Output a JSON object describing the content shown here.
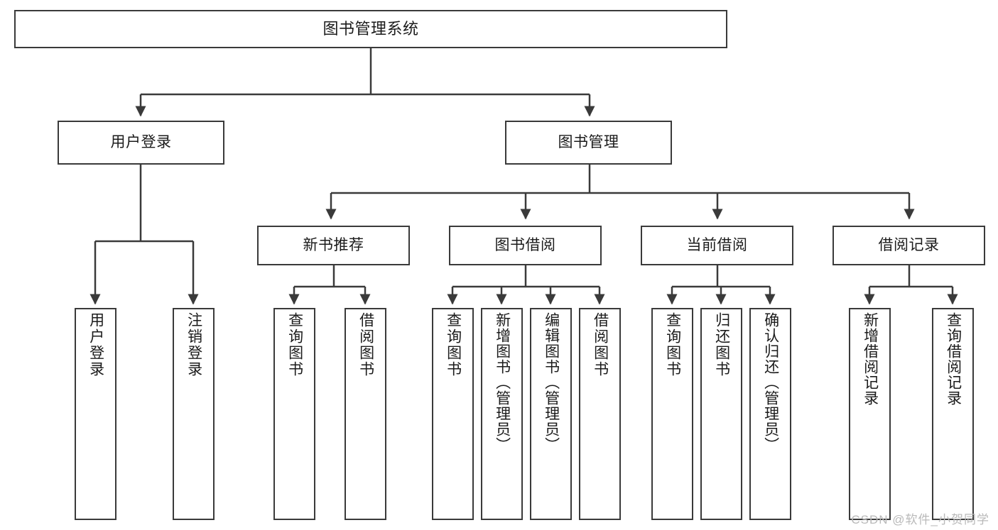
{
  "diagram": {
    "title": "图书管理系统",
    "type": "hierarchy-tree",
    "watermark": "CSDN @软件_小贺同学",
    "colors": {
      "box_border": "#3a3a3a",
      "box_fill": "#ffffff",
      "connector": "#3a3a3a",
      "text": "#1b1b1b",
      "watermark": "#b9b9b9"
    },
    "levels": {
      "root": {
        "label": "图书管理系统"
      },
      "level2": [
        {
          "label": "用户登录"
        },
        {
          "label": "图书管理"
        }
      ],
      "level3": [
        {
          "label": "新书推荐"
        },
        {
          "label": "图书借阅"
        },
        {
          "label": "当前借阅"
        },
        {
          "label": "借阅记录"
        }
      ],
      "leaves": [
        {
          "label": "用户登录",
          "parent": "用户登录"
        },
        {
          "label": "注销登录",
          "parent": "用户登录"
        },
        {
          "label": "查询图书",
          "parent": "新书推荐"
        },
        {
          "label": "借阅图书",
          "parent": "新书推荐"
        },
        {
          "label": "查询图书",
          "parent": "图书借阅"
        },
        {
          "label": "新增图书（管理员）",
          "parent": "图书借阅"
        },
        {
          "label": "编辑图书（管理员）",
          "parent": "图书借阅"
        },
        {
          "label": "借阅图书",
          "parent": "图书借阅"
        },
        {
          "label": "查询图书",
          "parent": "当前借阅"
        },
        {
          "label": "归还图书",
          "parent": "当前借阅"
        },
        {
          "label": "确认归还（管理员）",
          "parent": "当前借阅"
        },
        {
          "label": "新增借阅记录",
          "parent": "借阅记录"
        },
        {
          "label": "查询借阅记录",
          "parent": "借阅记录"
        }
      ]
    }
  }
}
